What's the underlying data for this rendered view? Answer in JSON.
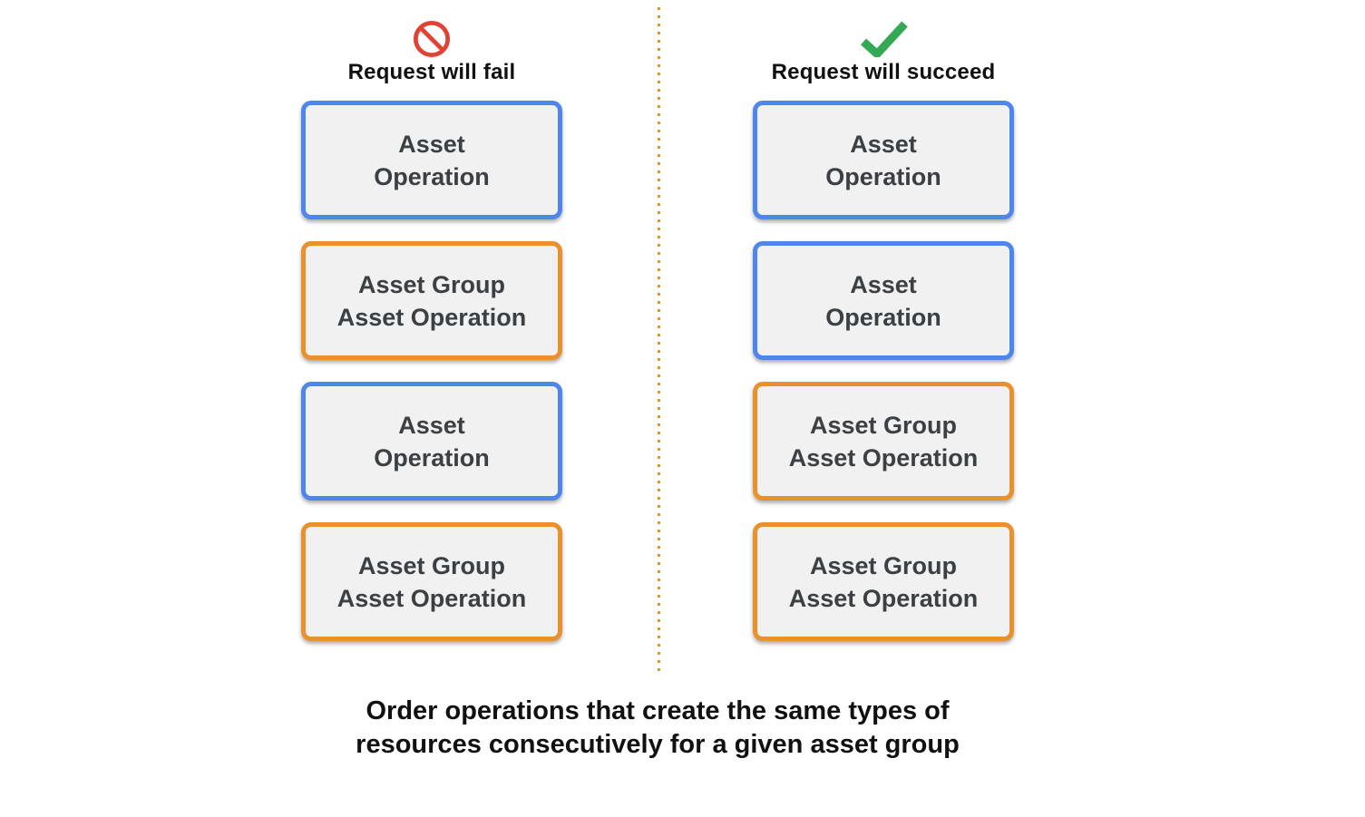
{
  "colors": {
    "blue_border": "#4E86EC",
    "orange_border": "#E8912D",
    "box_fill": "#F1F1F2",
    "box_text": "#3C4043",
    "fail_icon_red": "#E04335",
    "success_icon_green": "#34A853",
    "dotted_line": "#E8932C"
  },
  "columns": [
    {
      "id": "fail",
      "icon": "prohibition-icon",
      "title": "Request will fail",
      "boxes": [
        {
          "line1": "Asset",
          "line2": "Operation",
          "border": "blue_border"
        },
        {
          "line1": "Asset Group",
          "line2": "Asset Operation",
          "border": "orange_border"
        },
        {
          "line1": "Asset",
          "line2": "Operation",
          "border": "blue_border"
        },
        {
          "line1": "Asset Group",
          "line2": "Asset Operation",
          "border": "orange_border"
        }
      ]
    },
    {
      "id": "succeed",
      "icon": "checkmark-icon",
      "title": "Request will succeed",
      "boxes": [
        {
          "line1": "Asset",
          "line2": "Operation",
          "border": "blue_border"
        },
        {
          "line1": "Asset",
          "line2": "Operation",
          "border": "blue_border"
        },
        {
          "line1": "Asset Group",
          "line2": "Asset Operation",
          "border": "orange_border"
        },
        {
          "line1": "Asset Group",
          "line2": "Asset Operation",
          "border": "orange_border"
        }
      ]
    }
  ],
  "caption": {
    "line1": "Order operations that create the same types of",
    "line2": "resources consecutively for a given asset group"
  }
}
